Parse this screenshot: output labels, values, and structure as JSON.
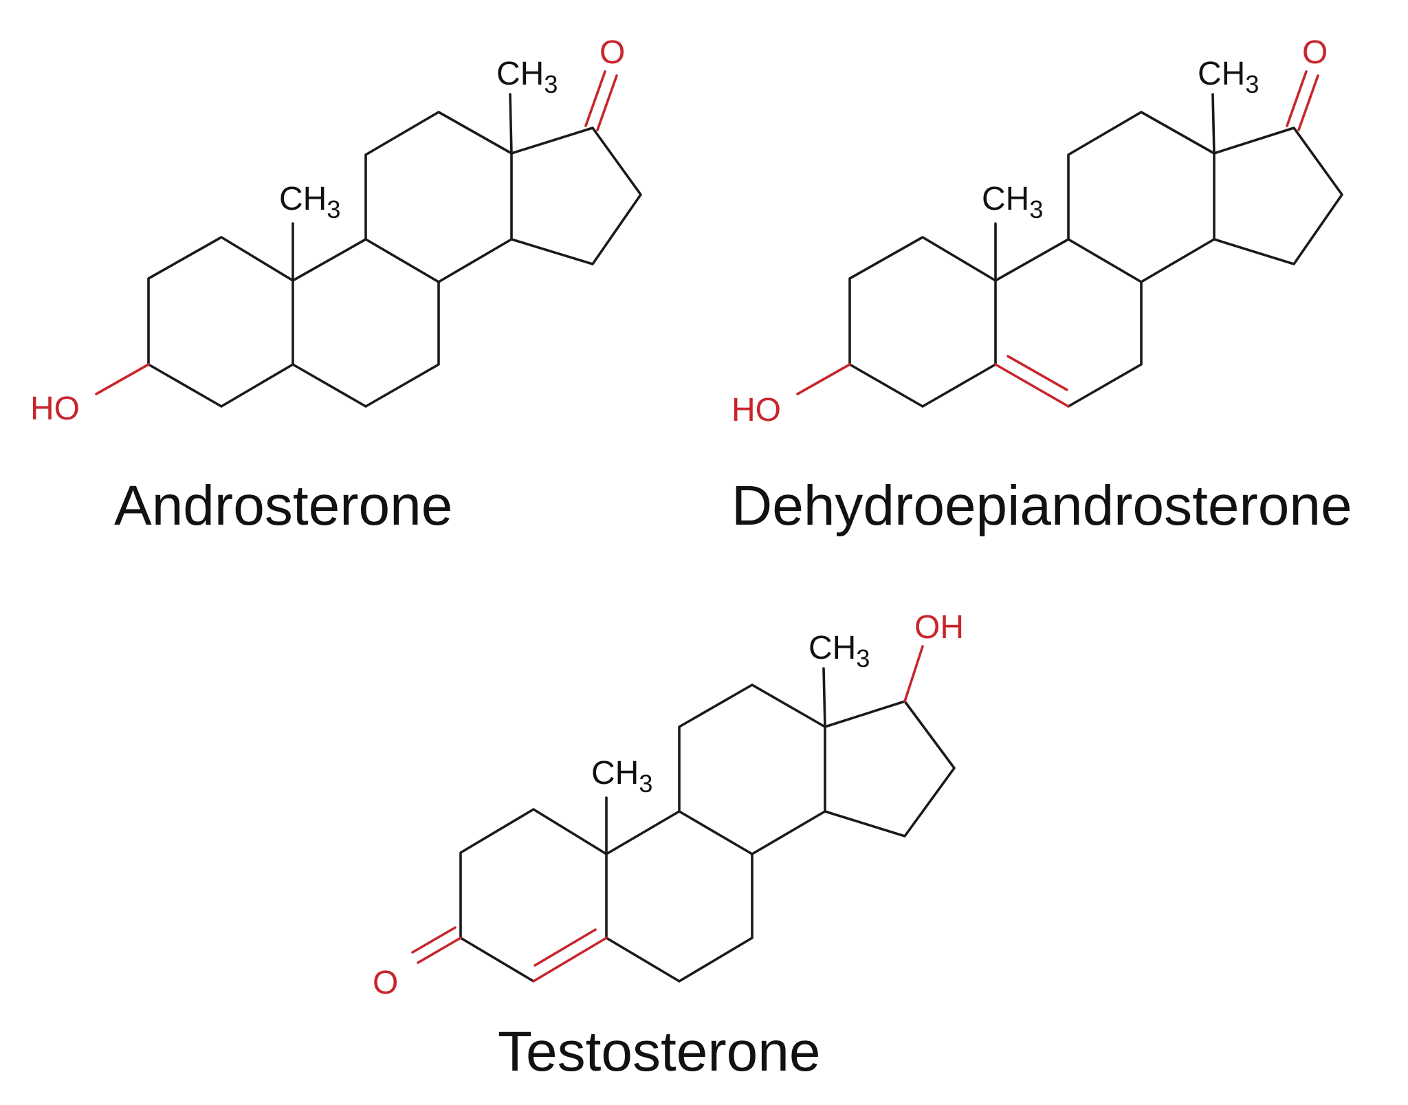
{
  "colors": {
    "bond": "#1a1a1a",
    "heteroatom": "#c8262c",
    "text": "#111111",
    "background": "#ffffff"
  },
  "molecules": [
    {
      "name": "Androsterone",
      "methyl_top": "CH",
      "methyl_top_sub": "3",
      "methyl_mid": "CH",
      "methyl_mid_sub": "3",
      "ketone": "O",
      "hydroxyl": "HO"
    },
    {
      "name": "Dehydroepiandrosterone",
      "methyl_top": "CH",
      "methyl_top_sub": "3",
      "methyl_mid": "CH",
      "methyl_mid_sub": "3",
      "ketone": "O",
      "hydroxyl": "HO"
    },
    {
      "name": "Testosterone",
      "methyl_top": "CH",
      "methyl_top_sub": "3",
      "methyl_mid": "CH",
      "methyl_mid_sub": "3",
      "ketone": "O",
      "hydroxyl": "OH"
    }
  ]
}
